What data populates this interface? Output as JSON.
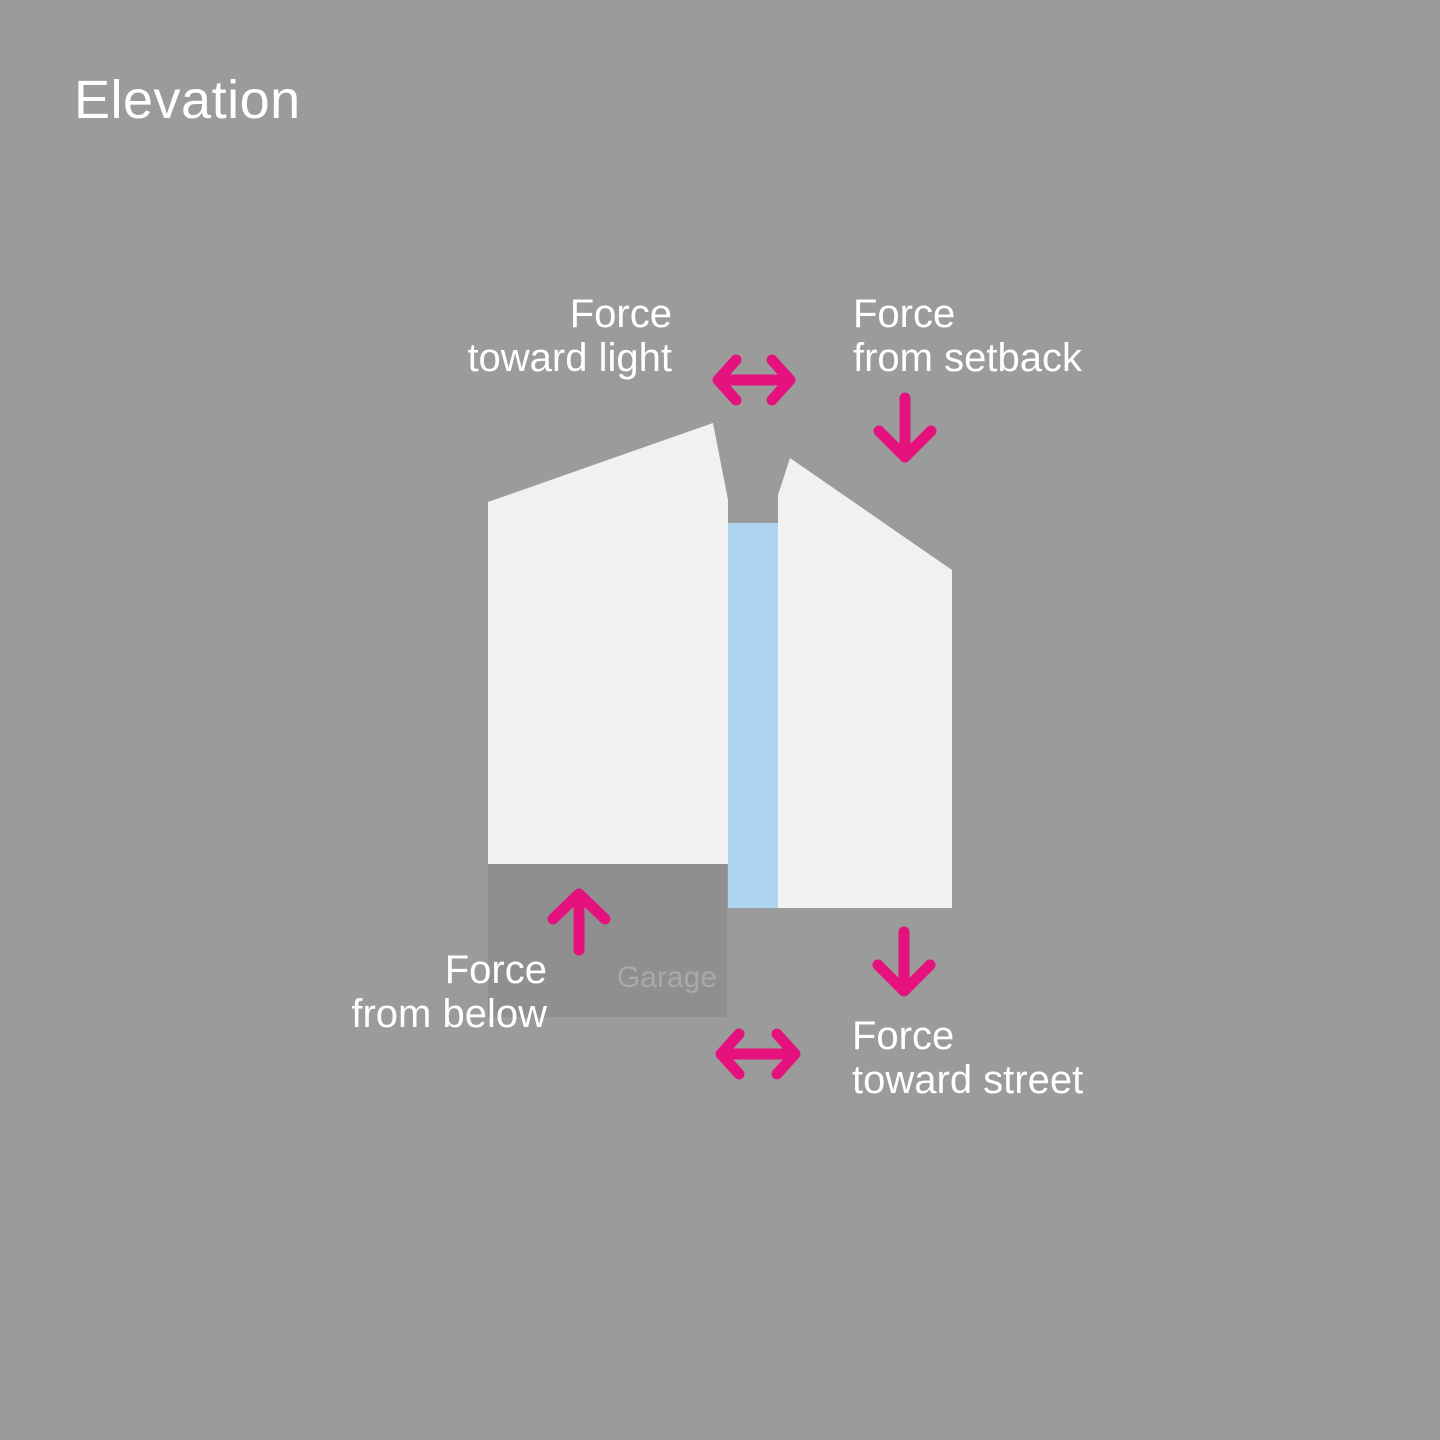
{
  "title": "Elevation",
  "colors": {
    "background": "#9b9b9b",
    "building": "#f1f1f2",
    "lightwell_blue": "#aed5f0",
    "garage_gray": "#8f8f8f",
    "arrow_magenta": "#e5127e",
    "label_white": "#ffffff",
    "garage_label_gray": "#a9a9a9"
  },
  "labels": {
    "force_toward_light": {
      "line1": "Force",
      "line2": "toward light"
    },
    "force_from_setback": {
      "line1": "Force",
      "line2": "from setback"
    },
    "force_from_below": {
      "line1": "Force",
      "line2": "from below"
    },
    "force_toward_street": {
      "line1": "Force",
      "line2": "toward street"
    },
    "garage": "Garage"
  }
}
